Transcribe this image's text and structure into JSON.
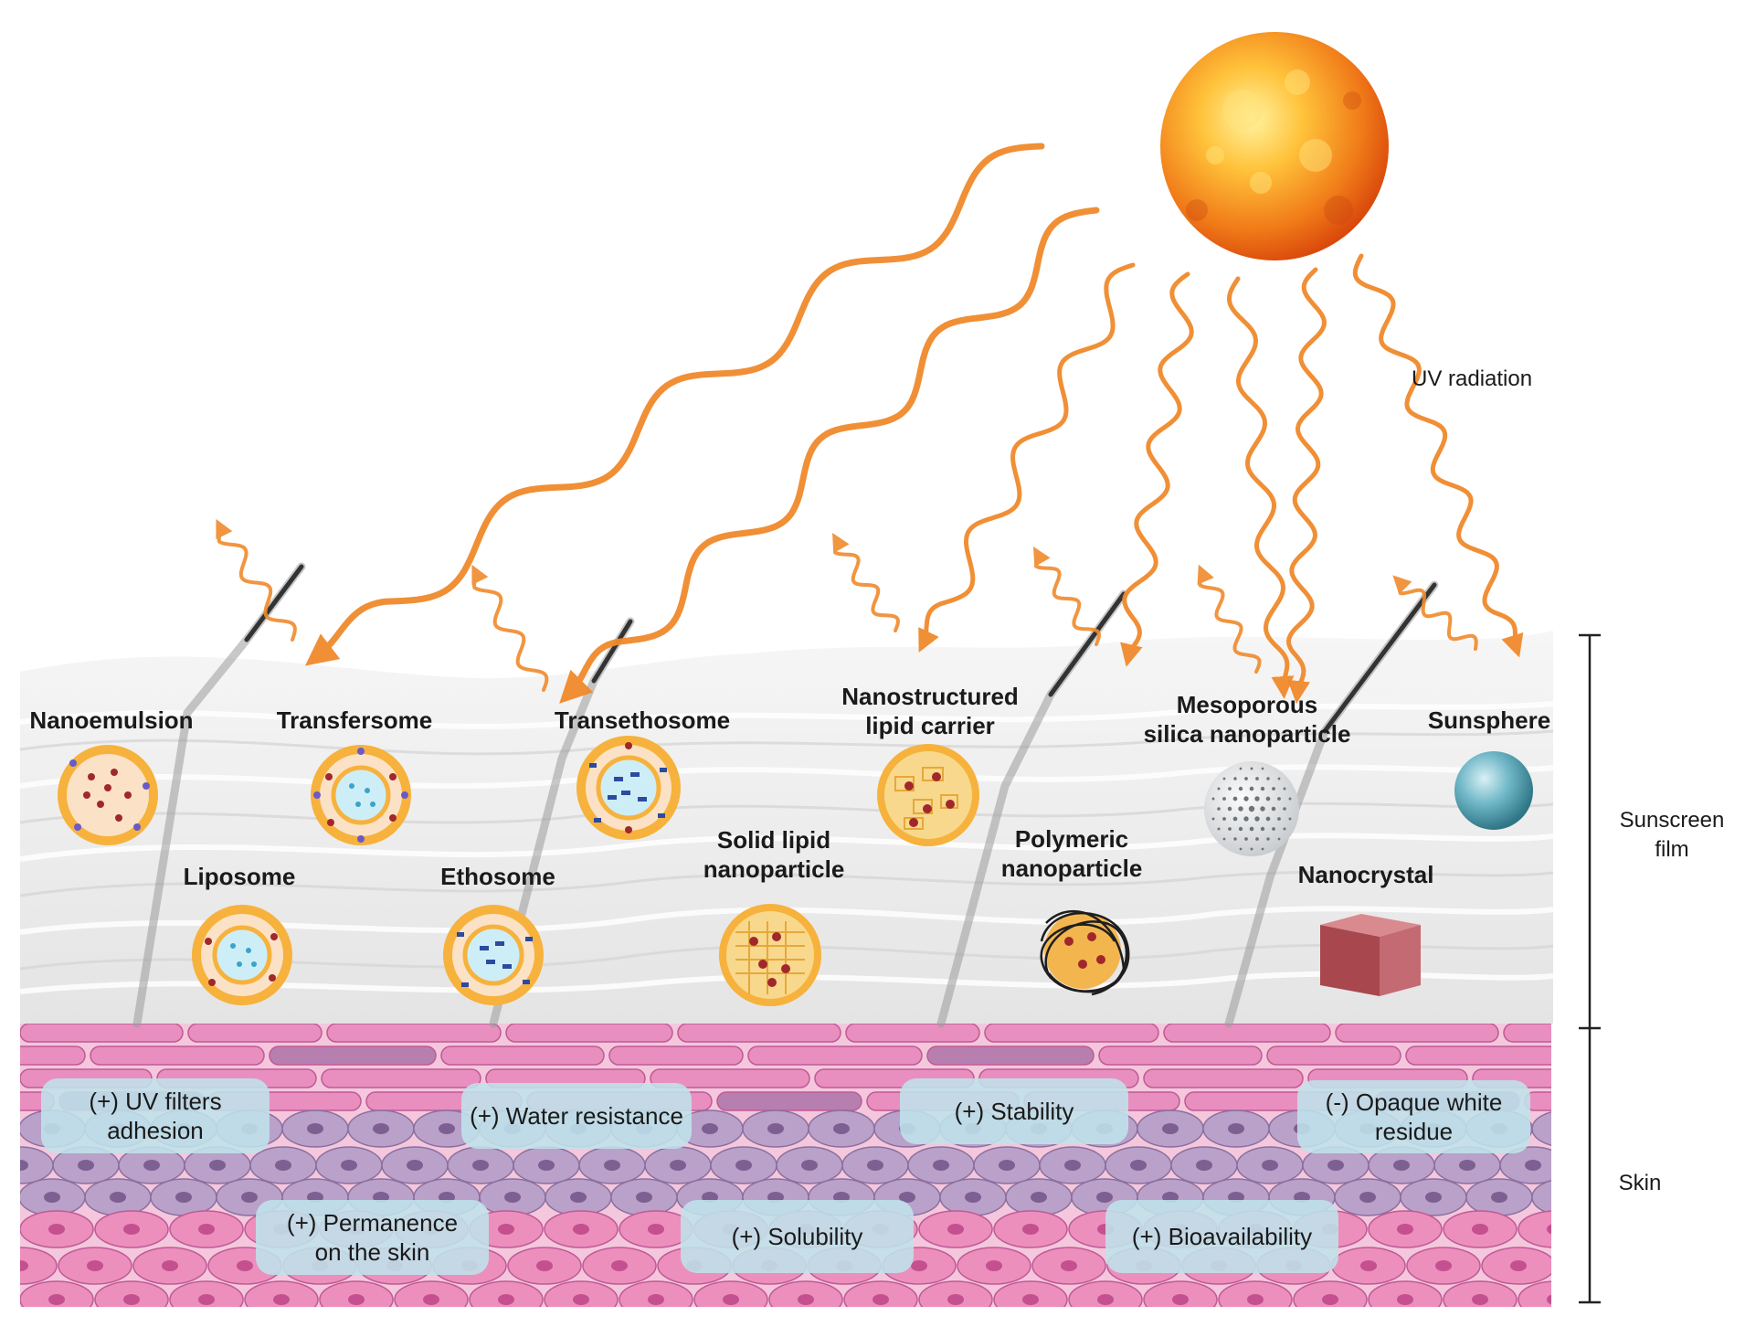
{
  "uv_label": "UV radiation",
  "layers": {
    "sunscreen_film": [
      "Sunscreen",
      "film"
    ],
    "skin": "Skin"
  },
  "nanoparticles": [
    {
      "key": "nanoemulsion",
      "lines": [
        "Nanoemulsion"
      ]
    },
    {
      "key": "liposome",
      "lines": [
        "Liposome"
      ]
    },
    {
      "key": "transfersome",
      "lines": [
        "Transfersome"
      ]
    },
    {
      "key": "ethosome",
      "lines": [
        "Ethosome"
      ]
    },
    {
      "key": "transethosome",
      "lines": [
        "Transethosome"
      ]
    },
    {
      "key": "solid-lipid-nanoparticle",
      "lines": [
        "Solid lipid",
        "nanoparticle"
      ]
    },
    {
      "key": "nanostructured-lipid-carrier",
      "lines": [
        "Nanostructured",
        "lipid carrier"
      ]
    },
    {
      "key": "polymeric-nanoparticle",
      "lines": [
        "Polymeric",
        "nanoparticle"
      ]
    },
    {
      "key": "mesoporous-silica-nanoparticle",
      "lines": [
        "Mesoporous",
        "silica nanoparticle"
      ]
    },
    {
      "key": "nanocrystal",
      "lines": [
        "Nanocrystal"
      ]
    },
    {
      "key": "sunsphere",
      "lines": [
        "Sunsphere"
      ]
    }
  ],
  "benefits": [
    {
      "key": "uv-filters-adhesion",
      "lines": [
        "(+) UV filters",
        "adhesion"
      ]
    },
    {
      "key": "water-resistance",
      "lines": [
        "(+) Water resistance"
      ]
    },
    {
      "key": "stability",
      "lines": [
        "(+) Stability"
      ]
    },
    {
      "key": "opaque-white-residue",
      "lines": [
        "(-) Opaque white",
        "residue"
      ]
    },
    {
      "key": "permanence-on-skin",
      "lines": [
        "(+) Permanence",
        "on the skin"
      ]
    },
    {
      "key": "solubility",
      "lines": [
        "(+) Solubility"
      ]
    },
    {
      "key": "bioavailability",
      "lines": [
        "(+) Bioavailability"
      ]
    }
  ],
  "colors": {
    "ray": "#f08a2c",
    "sun_core": "#ffd84a",
    "sun_edge": "#e8550e",
    "film": "#eeeeee",
    "skin_pink": "#e98fbf",
    "skin_purple": "#b9a1c9",
    "benefit_box": "#bfe2ea",
    "lipid_shell": "#f6b23c",
    "core_blue": "#cdeef7",
    "dot_red": "#a0282c"
  }
}
